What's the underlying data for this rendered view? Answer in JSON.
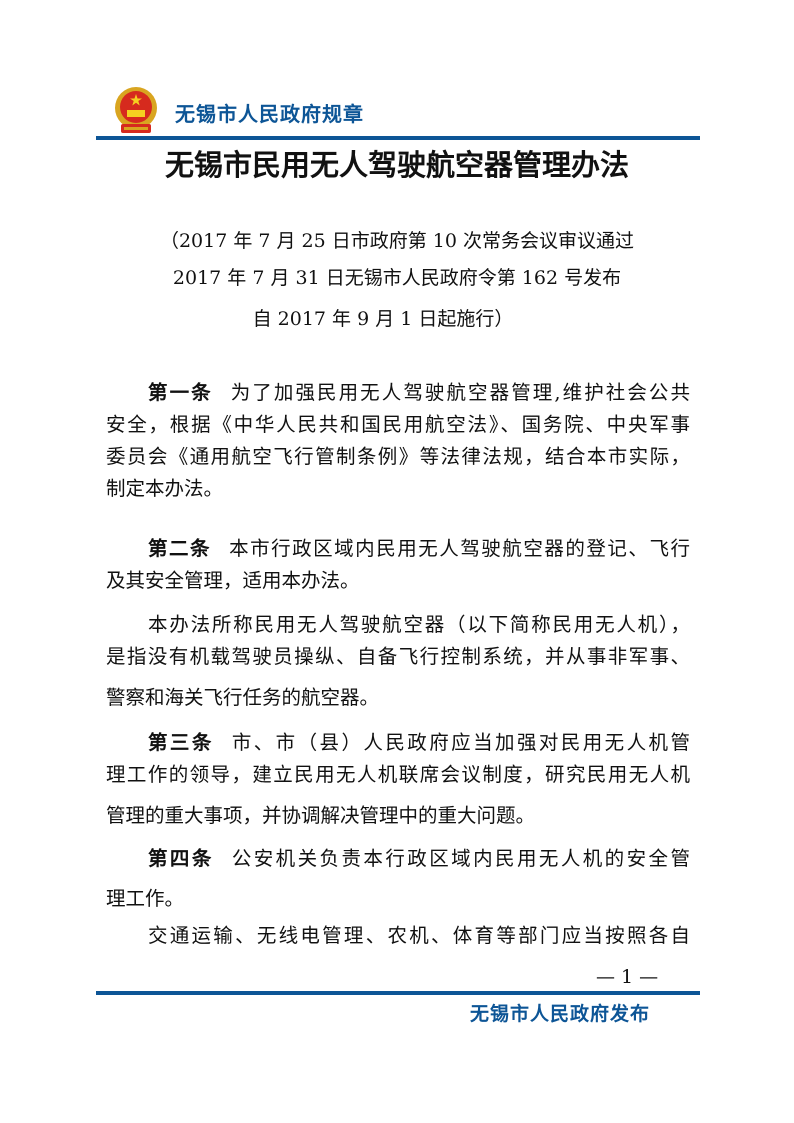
{
  "header": {
    "issuer": "无锡市人民政府规章",
    "emblem_icon": "national-emblem-icon",
    "accent_color": "#0d5596"
  },
  "title": "无锡市民用无人驾驶航空器管理办法",
  "subtitle": [
    "（2017 年 7 月 25 日市政府第 10 次常务会议审议通过",
    "2017 年 7 月 31 日无锡市人民政府令第 162 号发布",
    "自 2017 年 9 月 1 日起施行）"
  ],
  "body": [
    {
      "article": "第一条",
      "text": "为了加强民用无人驾驶航空器管理,维护社会公共"
    },
    {
      "text": "安全，根据《中华人民共和国民用航空法》、国务院、中央军事"
    },
    {
      "text": "委员会《通用航空飞行管制条例》等法律法规，结合本市实际，"
    },
    {
      "text": "制定本办法。"
    },
    {
      "article": "第二条",
      "text": "本市行政区域内民用无人驾驶航空器的登记、飞行"
    },
    {
      "text": "及其安全管理，适用本办法。"
    },
    {
      "text": "本办法所称民用无人驾驶航空器（以下简称民用无人机），"
    },
    {
      "text": "是指没有机载驾驶员操纵、自备飞行控制系统，并从事非军事、"
    },
    {
      "text": "警察和海关飞行任务的航空器。"
    },
    {
      "article": "第三条",
      "text": "市、市（县）人民政府应当加强对民用无人机管"
    },
    {
      "text": "理工作的领导，建立民用无人机联席会议制度，研究民用无人机"
    },
    {
      "text": "管理的重大事项，并协调解决管理中的重大问题。"
    },
    {
      "article": "第四条",
      "text": "公安机关负责本行政区域内民用无人机的安全管"
    },
    {
      "text": "理工作。"
    },
    {
      "text": "交通运输、无线电管理、农机、体育等部门应当按照各自"
    }
  ],
  "page_number": "— 1 —",
  "footer": "无锡市人民政府发布"
}
